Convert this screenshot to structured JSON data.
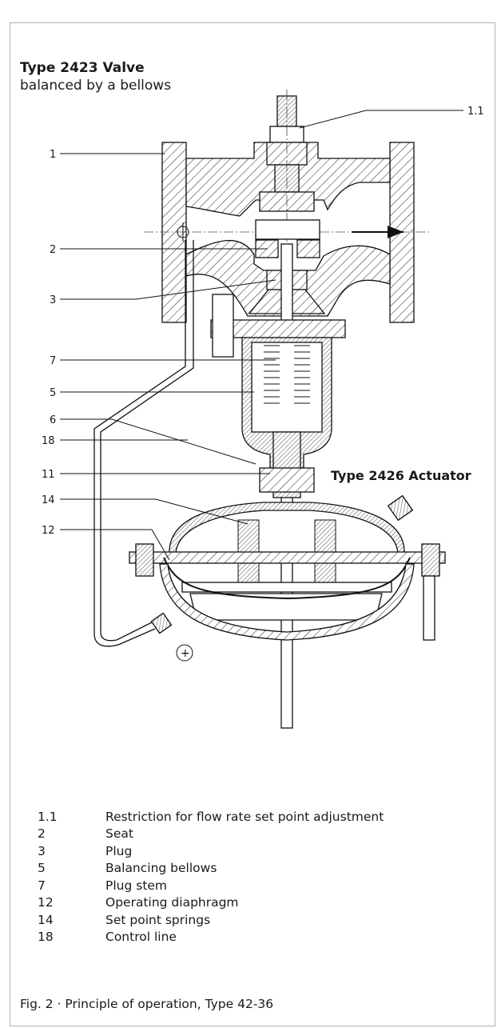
{
  "header": {
    "title": "Type 2423 Valve",
    "subtitle": "balanced by a bellows"
  },
  "actuator_label": "Type 2426 Actuator",
  "callouts": [
    {
      "id": "1.1",
      "label": "1.1"
    },
    {
      "id": "1",
      "label": "1"
    },
    {
      "id": "2",
      "label": "2"
    },
    {
      "id": "3",
      "label": "3"
    },
    {
      "id": "7",
      "label": "7"
    },
    {
      "id": "5",
      "label": "5"
    },
    {
      "id": "6",
      "label": "6"
    },
    {
      "id": "18",
      "label": "18"
    },
    {
      "id": "11",
      "label": "11"
    },
    {
      "id": "14",
      "label": "14"
    },
    {
      "id": "12",
      "label": "12"
    }
  ],
  "plus_symbol": "+",
  "legend": [
    {
      "num": "1.1",
      "text": "Restriction for flow rate set point adjustment"
    },
    {
      "num": "2",
      "text": "Seat"
    },
    {
      "num": "3",
      "text": "Plug"
    },
    {
      "num": "5",
      "text": "Balancing bellows"
    },
    {
      "num": "7",
      "text": "Plug stem"
    },
    {
      "num": "12",
      "text": "Operating diaphragm"
    },
    {
      "num": "14",
      "text": "Set point springs"
    },
    {
      "num": "18",
      "text": "Control line"
    }
  ],
  "caption": "Fig. 2 · Principle of operation, Type 42-36"
}
